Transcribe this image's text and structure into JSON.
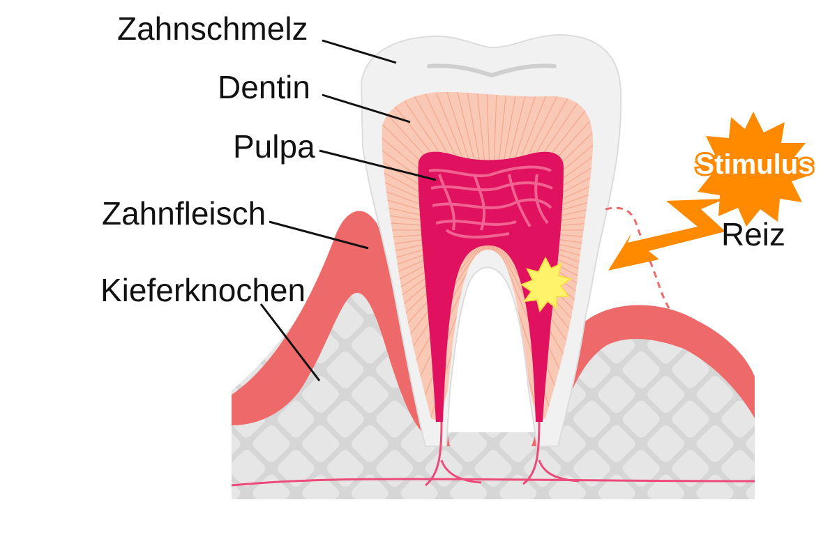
{
  "labels": {
    "enamel": "Zahnschmelz",
    "dentin": "Dentin",
    "pulp": "Pulpa",
    "gum": "Zahnfleisch",
    "jawbone": "Kieferknochen",
    "stimulus": "Stimulus",
    "reiz": "Reiz"
  },
  "colors": {
    "enamel": "#f1f1f1",
    "enamel_edge": "#d9d9d9",
    "dentin": "#f9c9b6",
    "dentin_lines": "#f4a88f",
    "pulp": "#e0115f",
    "pulp_inner": "#f06292",
    "gum": "#ee6a6a",
    "gum_light": "#f4a0a0",
    "bone": "#e3e3e3",
    "bone_lines": "#ffffff",
    "stimulus": "#ff8a00",
    "spark": "#fff36b",
    "nerve": "#ec4a7a"
  },
  "icons": {
    "stimulus_burst": "orange-starburst-icon",
    "lightning": "lightning-bolt-icon",
    "pain_spark": "yellow-spark-icon"
  }
}
